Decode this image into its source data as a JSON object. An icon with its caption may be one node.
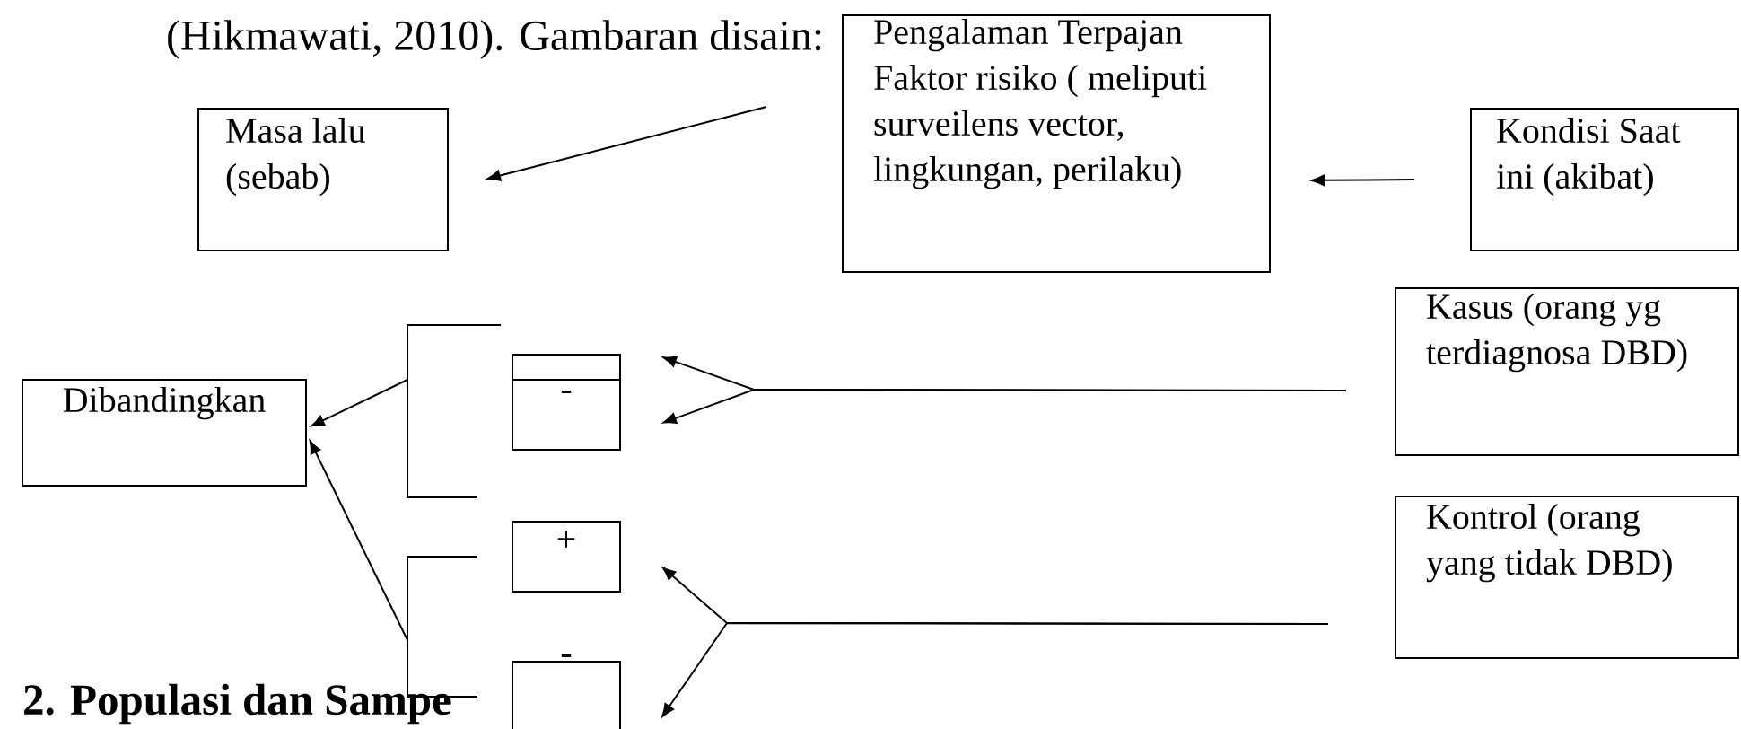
{
  "diagram": {
    "nodes": [
      {
        "text": [
          "Masa lalu (sebab)"
        ]
      },
      {
        "text": [
          "Pengalaman Terpajan Faktor risiko ( meliputi surveilens vector, lingkungan, perilaku)"
        ]
      },
      {
        "text": [
          "Kondisi Saat ini (akibat)"
        ]
      },
      {
        "text": [
          "Kasus (orang yg terdiagnosa DBD)"
        ]
      },
      {
        "text": [
          "Kontrol (orang yang tidak DBD)"
        ]
      },
      {
        "text": [
          "Dibandingkan"
        ]
      },
      {
        "text": [],
        "shape": "box"
      },
      {
        "text": [
          "-"
        ]
      },
      {
        "text": [
          "+"
        ]
      },
      {
        "text": [
          "-"
        ]
      },
      {
        "text": [],
        "shape": "bracket"
      },
      {
        "text": [],
        "shape": "bracket"
      }
    ],
    "edges": [
      {
        "from": 1,
        "to": 0,
        "arrow": "to"
      },
      {
        "from": 2,
        "to": 1,
        "arrow": "to"
      },
      {
        "from": 3,
        "to": 6,
        "arrow": "to"
      },
      {
        "from": 3,
        "to": 7,
        "arrow": "to"
      },
      {
        "from": 4,
        "to": 8,
        "arrow": "to"
      },
      {
        "from": 4,
        "to": 9,
        "arrow": "to"
      },
      {
        "from": 10,
        "to": 5,
        "arrow": "to"
      },
      {
        "from": 11,
        "to": 5,
        "arrow": "to"
      }
    ],
    "labels": [
      "(Hikmawati, 2010). Gambaran disain:",
      "2. Populasi dan Sampe"
    ]
  }
}
